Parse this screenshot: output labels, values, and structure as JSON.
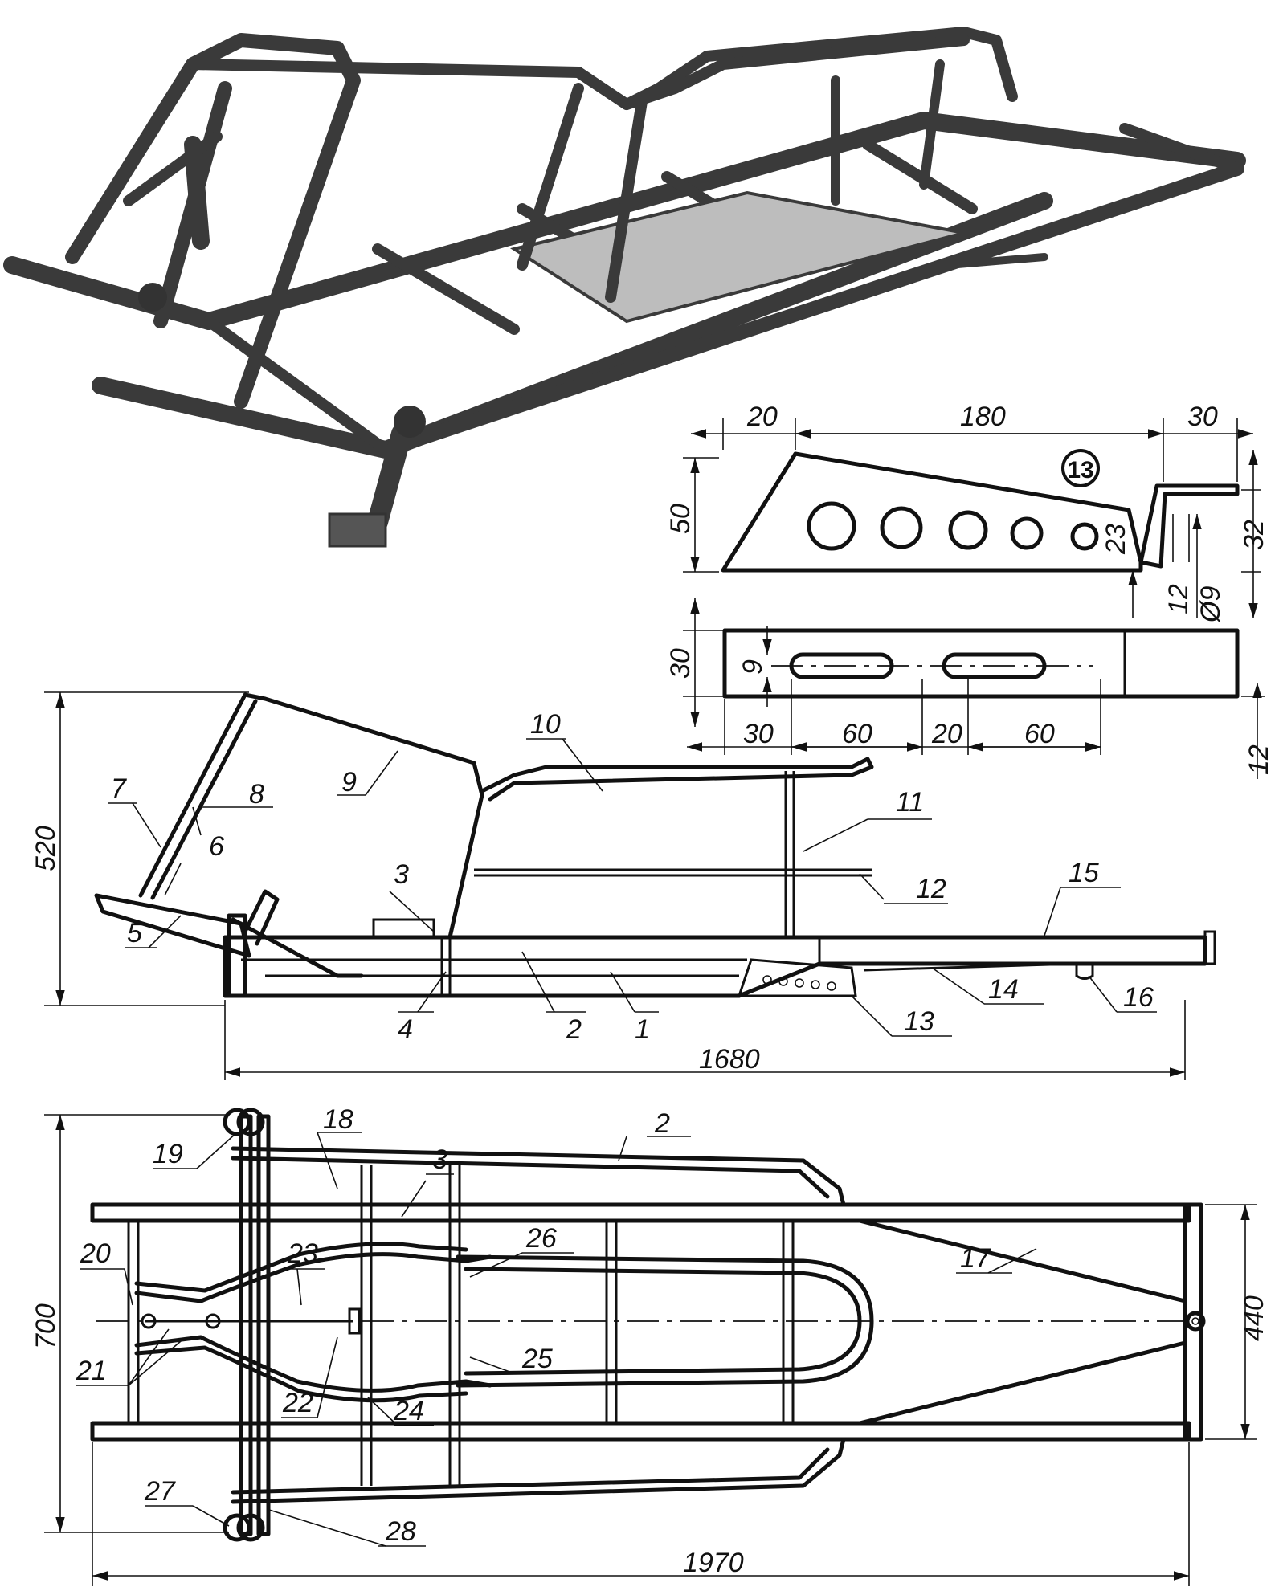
{
  "photo": {
    "description_icon": "kart-frame-photo"
  },
  "detail13": {
    "marker": "13",
    "dims_top": [
      "20",
      "180",
      "30"
    ],
    "dims_side": [
      "50",
      "23",
      "32",
      "12",
      "Ø9"
    ],
    "dims_bottom": [
      "30",
      "60",
      "20",
      "60"
    ],
    "dims_left_bottom": [
      "30",
      "9"
    ],
    "dim_right_bottom": "12"
  },
  "side_view": {
    "height": "520",
    "length": "1680",
    "labels": [
      "1",
      "2",
      "3",
      "4",
      "5",
      "6",
      "7",
      "8",
      "9",
      "10",
      "11",
      "12",
      "13",
      "14",
      "15",
      "16"
    ]
  },
  "top_view": {
    "height": "700",
    "width": "440",
    "length": "1970",
    "labels": [
      "2",
      "3",
      "17",
      "18",
      "19",
      "20",
      "21",
      "22",
      "23",
      "24",
      "25",
      "26",
      "27",
      "28"
    ]
  }
}
